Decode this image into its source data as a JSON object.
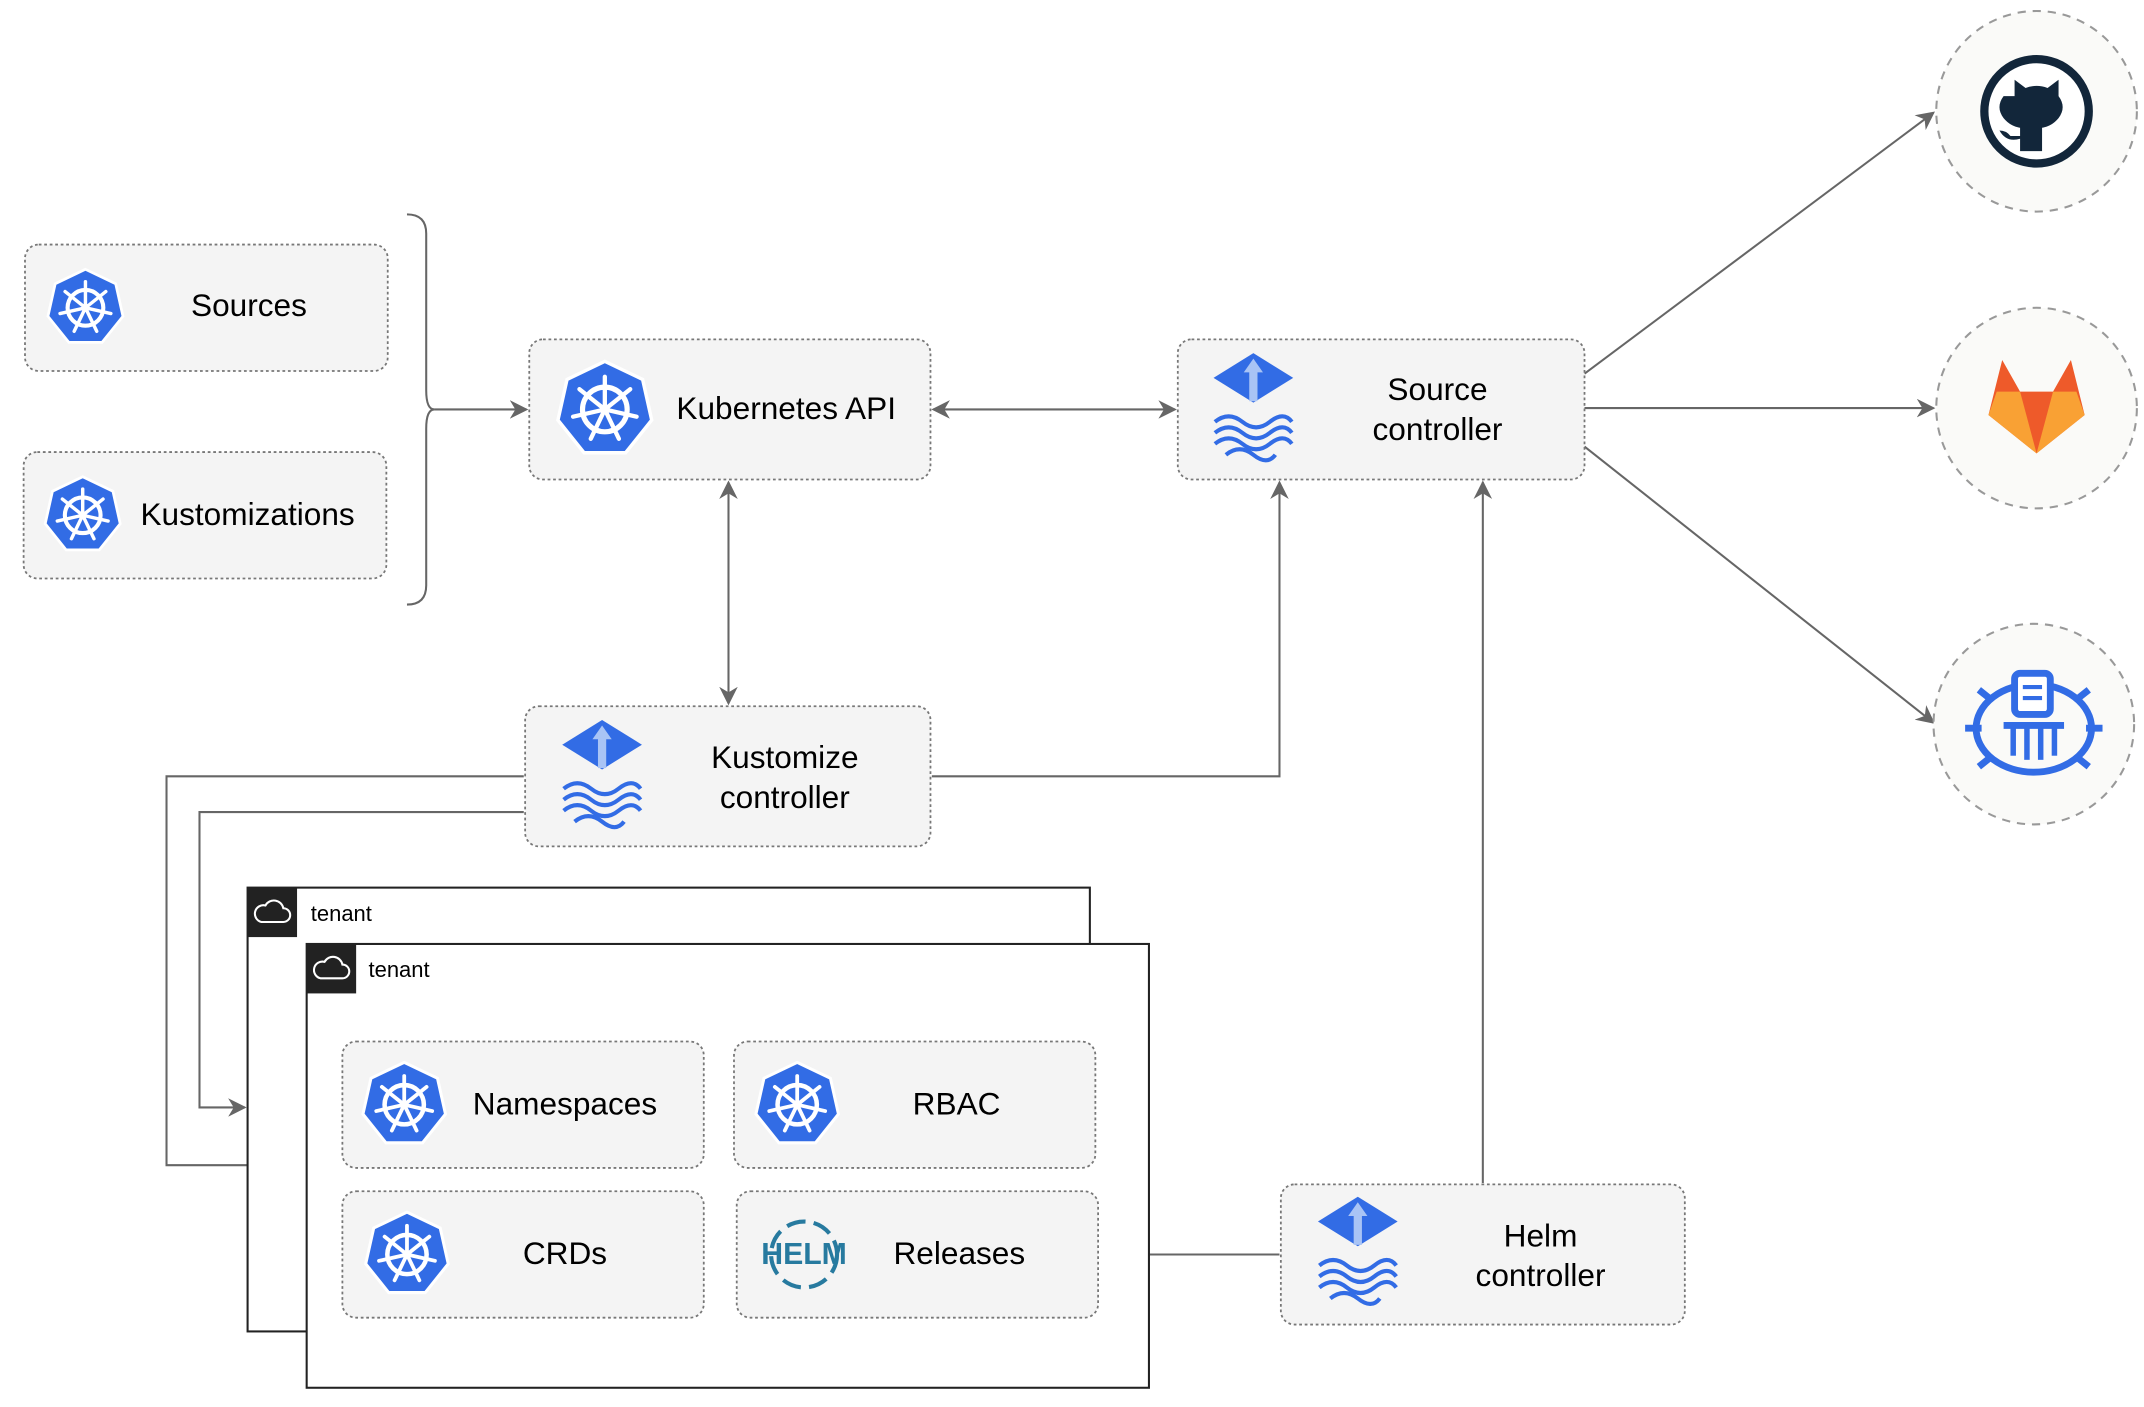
{
  "nodes": {
    "sources": "Sources",
    "kustomizations": "Kustomizations",
    "kubernetes_api": "Kubernetes API",
    "source_controller": [
      "Source",
      "controller"
    ],
    "kustomize_controller": [
      "Kustomize",
      "controller"
    ],
    "helm_controller": [
      "Helm",
      "controller"
    ],
    "namespaces": "Namespaces",
    "rbac": "RBAC",
    "crds": "CRDs",
    "releases": "Releases"
  },
  "tenants": [
    "tenant",
    "tenant"
  ],
  "helm_logo": "HELM",
  "external_sources": [
    "github-icon",
    "gitlab-icon",
    "bucket-icon"
  ],
  "colors": {
    "kubernetes_blue": "#326ce5",
    "edge": "#666666",
    "github": "#12263a",
    "gitlab_orange": "#ee5a2a",
    "gitlab_yellow": "#f9a134",
    "helm": "#277a9f"
  }
}
